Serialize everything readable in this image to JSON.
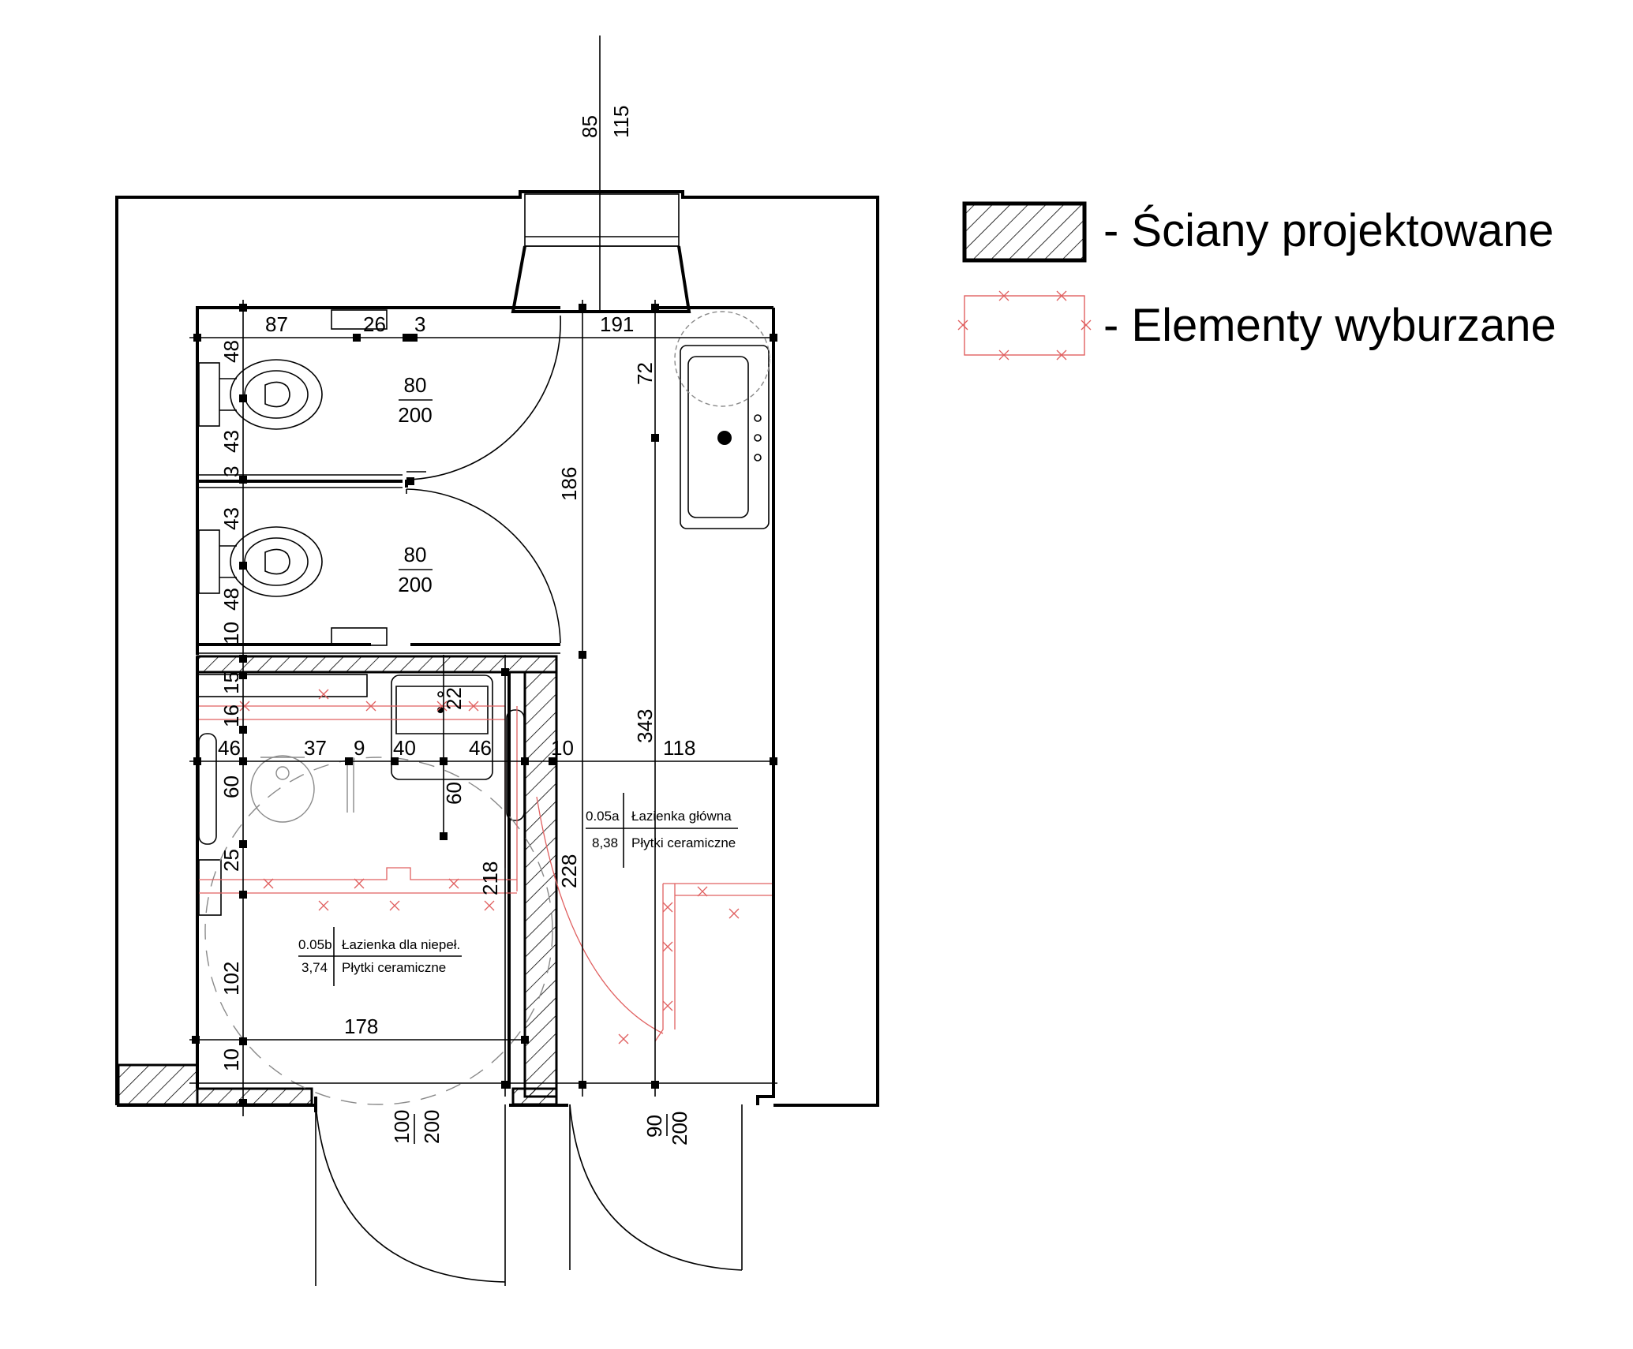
{
  "legend": {
    "designed_walls": "- Ściany projektowane",
    "demolished_elements": "- Elementy wyburzane"
  },
  "rooms": {
    "main": {
      "number": "0.05a",
      "name": "Łazienka główna",
      "area": "8,38",
      "finish": "Płytki ceramiczne"
    },
    "accessible": {
      "number": "0.05b",
      "name": "Łazienka dla niepeł.",
      "area": "3,74",
      "finish": "Płytki ceramiczne"
    }
  },
  "doors": {
    "wc_upper": {
      "width": "80",
      "height": "200"
    },
    "wc_lower": {
      "width": "80",
      "height": "200"
    },
    "accessible_entry": {
      "width": "100",
      "height": "200"
    },
    "main_entry": {
      "width": "90",
      "height": "200"
    }
  },
  "dimensions": {
    "top_85": "85",
    "top_115": "115",
    "top_87": "87",
    "top_26": "26",
    "top_3": "3",
    "top_191": "191",
    "left_48a": "48",
    "left_43a": "43",
    "left_3": "3",
    "left_43b": "43",
    "left_48b": "48",
    "left_10a": "10",
    "left_15": "15",
    "left_16": "16",
    "left_46": "46",
    "left_60": "60",
    "left_25": "25",
    "left_102": "102",
    "left_10b": "10",
    "mid_37": "37",
    "mid_9": "9",
    "mid_40": "40",
    "mid_46": "46",
    "mid_10": "10",
    "mid_118": "118",
    "mid_22": "22",
    "mid_60": "60",
    "mid_218": "218",
    "mid_178": "178",
    "v_72": "72",
    "v_186": "186",
    "v_343": "343",
    "v_228": "228"
  }
}
